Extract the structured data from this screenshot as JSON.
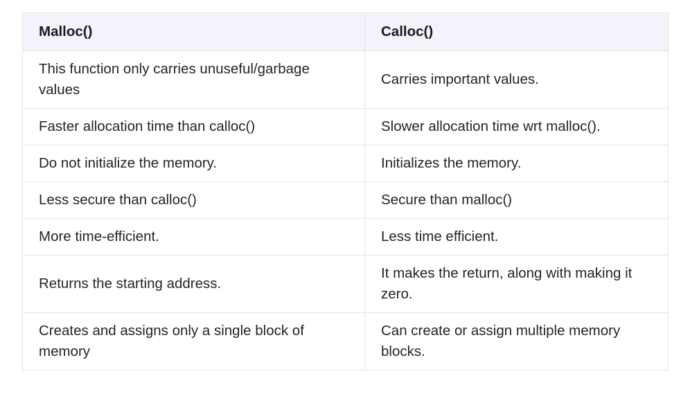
{
  "table": {
    "headers": [
      "Malloc()",
      "Calloc()"
    ],
    "rows": [
      [
        "This function only carries unuseful/garbage values",
        "Carries important values."
      ],
      [
        "Faster allocation time than calloc()",
        "Slower allocation time wrt malloc()."
      ],
      [
        "Do not initialize the memory.",
        "Initializes the memory."
      ],
      [
        "Less secure than calloc()",
        "Secure than malloc()"
      ],
      [
        "More time-efficient.",
        "Less time efficient."
      ],
      [
        "Returns the starting address.",
        "It makes the return, along with making it zero."
      ],
      [
        "Creates and assigns only a single block of memory",
        "Can create or assign multiple memory blocks."
      ]
    ]
  }
}
